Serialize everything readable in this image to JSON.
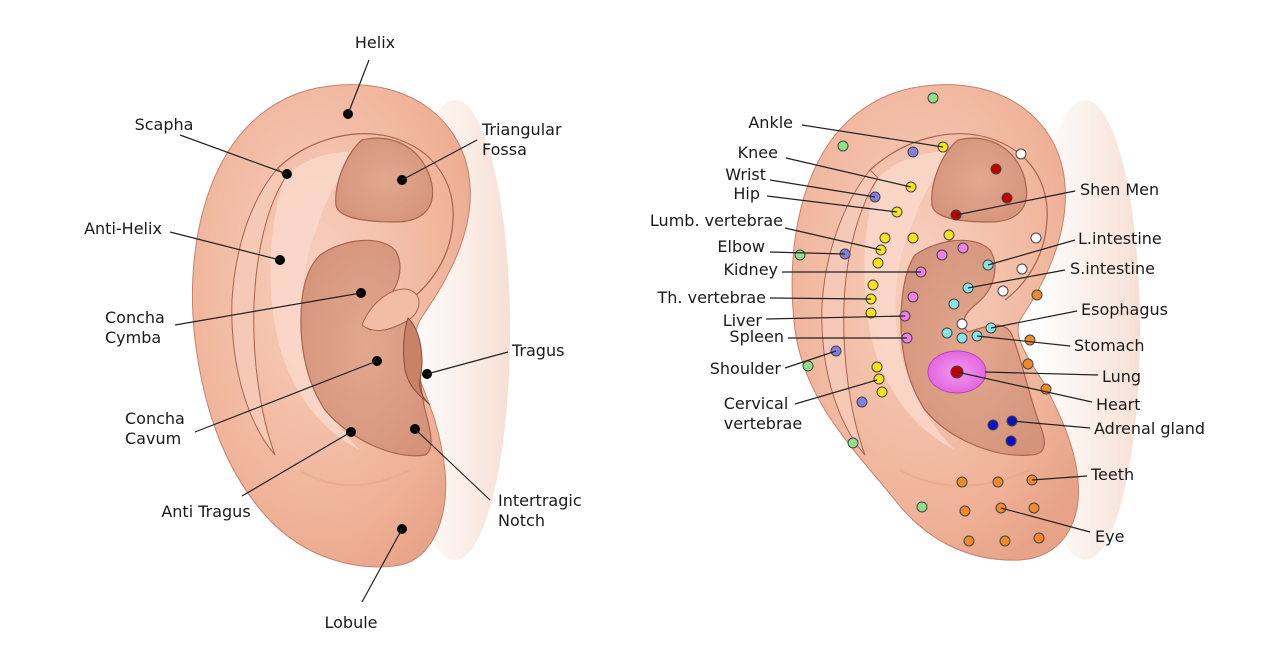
{
  "anatomy_labels": {
    "helix": "Helix",
    "scapha": "Scapha",
    "triangular_fossa": [
      "Triangular",
      "Fossa"
    ],
    "anti_helix": "Anti-Helix",
    "concha_cymba": [
      "Concha",
      "Cymba"
    ],
    "tragus": "Tragus",
    "concha_cavum": [
      "Concha",
      "Cavum"
    ],
    "anti_tragus": "Anti Tragus",
    "intertragic_notch": [
      "Intertragic",
      "Notch"
    ],
    "lobule": "Lobule"
  },
  "reflex_labels_left": {
    "ankle": "Ankle",
    "knee": "Knee",
    "wrist": "Wrist",
    "hip": "Hip",
    "lumb_vertebrae": "Lumb. vertebrae",
    "elbow": "Elbow",
    "kidney": "Kidney",
    "th_vertebrae": "Th. vertebrae",
    "liver": "Liver",
    "spleen": "Spleen",
    "shoulder": "Shoulder",
    "cervical_vertebrae": [
      "Cervical",
      "vertebrae"
    ]
  },
  "reflex_labels_right": {
    "shen_men": "Shen Men",
    "l_intestine": "L.intestine",
    "s_intestine": "S.intestine",
    "esophagus": "Esophagus",
    "stomach": "Stomach",
    "lung": "Lung",
    "heart": "Heart",
    "adrenal_gland": "Adrenal gland",
    "teeth": "Teeth",
    "eye": "Eye"
  },
  "colors": {
    "skin": "#f2b9a0",
    "skin_light": "#f8d3c3",
    "skin_dark": "#d9957c",
    "outline": "#9a5a45",
    "dot_black": "#000000",
    "dot_yellow": "#f5e31e",
    "dot_green": "#8fe08a",
    "dot_blue_violet": "#8080e0",
    "dot_pink": "#ee80e8",
    "dot_cyan": "#86e6e6",
    "dot_white": "#ffffff",
    "dot_orange": "#ee8a2a",
    "dot_red": "#c20000",
    "dot_dark_blue": "#0a10c8",
    "lung_zone": "#ee6fe6"
  }
}
